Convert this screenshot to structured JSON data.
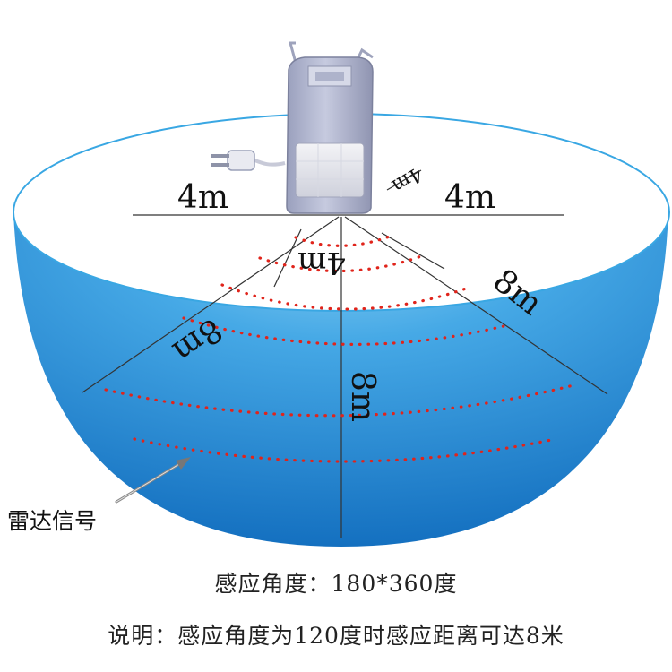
{
  "labels": {
    "left_width": "4m",
    "right_width": "4m",
    "depth_small": "4m",
    "center_near": "4m",
    "left_far": "8m",
    "center_far": "8m",
    "right_far": "8m",
    "radar_signal": "雷达信号"
  },
  "captions": {
    "sensing_angle": "感应角度：180*360度",
    "note": "说明：感应角度为120度时感应距离可达8米"
  },
  "colors": {
    "bowl_blue": "#1F8BD6",
    "bowl_light": "#6DC3F0",
    "dots_red": "#E0241B",
    "sensor_body": "#B4B9D2"
  },
  "icons": {
    "sensor": "motion-sensor-device",
    "plug": "power-plug-icon",
    "pointer": "arrow-pointer-icon"
  }
}
